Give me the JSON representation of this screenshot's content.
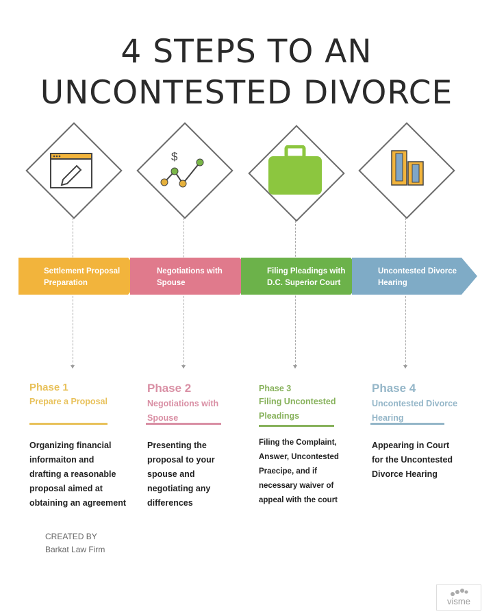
{
  "title": {
    "line1": "4 STEPS TO AN",
    "line2": "UNCONTESTED DIVORCE"
  },
  "colors": {
    "orange": "#f2b43c",
    "pink": "#e07a8c",
    "green": "#6cb24a",
    "blue": "#7fabc6"
  },
  "steps": [
    {
      "icon": "browser-pencil-icon",
      "arrow_label_1": "Settlement Proposal",
      "arrow_label_2": "Preparation",
      "phase": "Phase 1",
      "subtitle": "Prepare a Proposal",
      "body": [
        "Organizing financial",
        "informaiton and",
        "drafting a reasonable",
        "proposal aimed at",
        "obtaining an agreement"
      ]
    },
    {
      "icon": "money-chart-icon",
      "arrow_label_1": "Negotiations with",
      "arrow_label_2": "Spouse",
      "phase": "Phase 2",
      "subtitle": "Negotiations with Spouse",
      "body": [
        "Presenting the",
        "proposal to your",
        "spouse and",
        "negotiating any",
        "differences"
      ]
    },
    {
      "icon": "briefcase-icon",
      "arrow_label_1": "Filing Pleadings with",
      "arrow_label_2": "D.C. Superior Court",
      "phase": "Phase 3",
      "subtitle": "Filing Uncontested Pleadings",
      "body": [
        "Filing the Complaint,",
        "Answer, Uncontested",
        "Praecipe, and if",
        "necessary waiver of",
        "appeal with the court"
      ]
    },
    {
      "icon": "buildings-icon",
      "arrow_label_1": "Uncontested Divorce",
      "arrow_label_2": "Hearing",
      "phase": "Phase 4",
      "subtitle": "Uncontested Divorce Hearing",
      "body": [
        "Appearing in Court",
        "for the Uncontested",
        "Divorce Hearing"
      ]
    }
  ],
  "credit": {
    "label": "CREATED BY",
    "name": "Barkat Law Firm"
  },
  "logo": "visme"
}
